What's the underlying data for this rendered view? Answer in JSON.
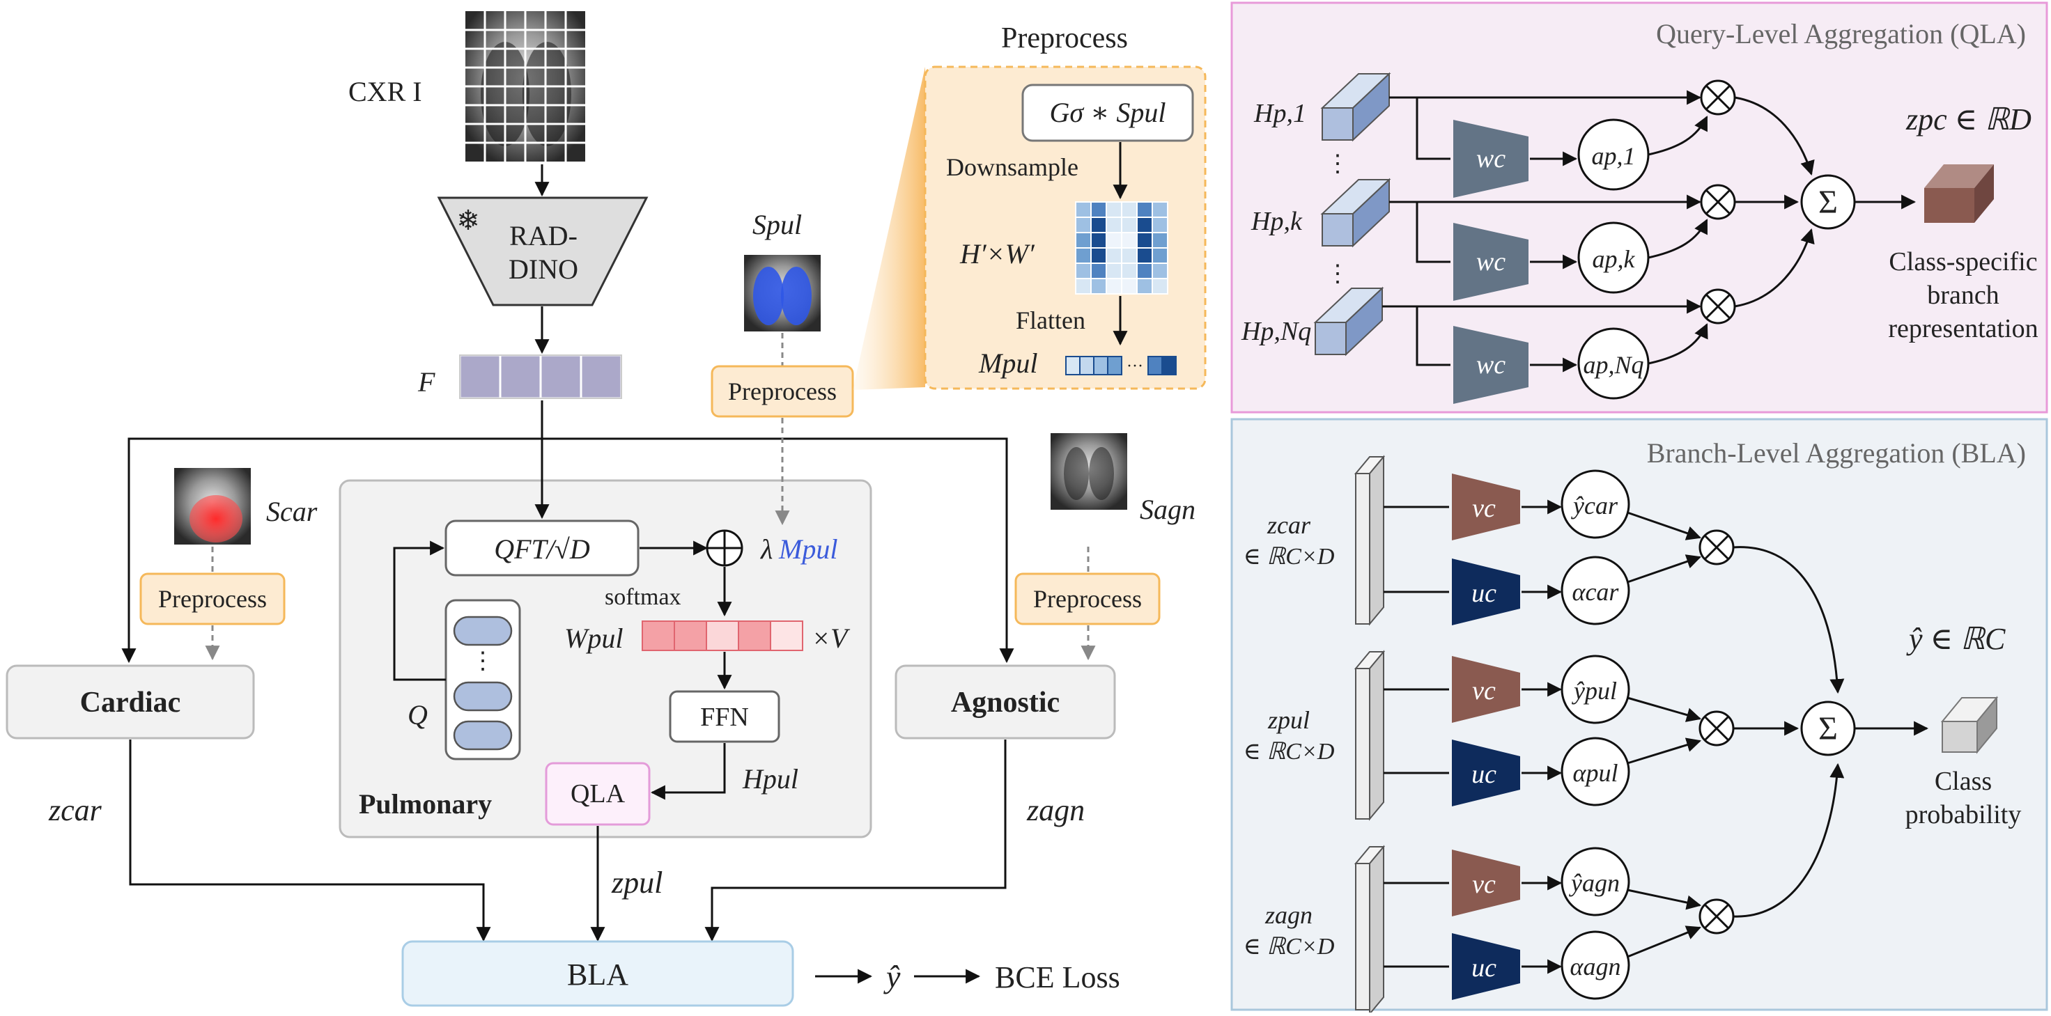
{
  "main": {
    "cxr_label": "CXR I",
    "encoder_label_1": "RAD-",
    "encoder_label_2": "DINO",
    "feature_label": "F",
    "s_pul_label": "Spul",
    "s_car_label": "Scar",
    "s_agn_label": "Sagn",
    "preprocess_label": "Preprocess",
    "preprocess_panel_title": "Preprocess",
    "gauss_label": "Gσ ∗ Spul",
    "downsample_label": "Downsample",
    "hw_label": "H′×W′",
    "flatten_label": "Flatten",
    "m_pul_label": "Mpul",
    "attn_box_label": "QFT/√D",
    "lambda_label": "λ",
    "lambda_m_label": "Mpul",
    "softmax_label": "softmax",
    "w_pul_label": "Wpul",
    "times_v_label": "×V",
    "q_label": "Q",
    "ffn_label": "FFN",
    "h_pul_label": "Hpul",
    "qla_box_label": "QLA",
    "pulmonary_label": "Pulmonary",
    "cardiac_label": "Cardiac",
    "agnostic_label": "Agnostic",
    "z_car_label": "zcar",
    "z_pul_label": "zpul",
    "z_agn_label": "zagn",
    "bla_box_label": "BLA",
    "y_hat_label": "ŷ",
    "loss_label": "BCE Loss"
  },
  "qla": {
    "title": "Query-Level Aggregation (QLA)",
    "h_labels": [
      "Hp,1",
      "Hp,k",
      "Hp,Nq"
    ],
    "w_label": "wc",
    "a_labels": [
      "ap,1",
      "ap,k",
      "ap,Nq"
    ],
    "z_label": "zpc ∈ ℝD",
    "output_caption": [
      "Class-specific",
      "branch",
      "representation"
    ]
  },
  "bla": {
    "title": "Branch-Level Aggregation (BLA)",
    "z_labels": [
      "zcar",
      "zpul",
      "zagn"
    ],
    "z_space": "∈ ℝC×D",
    "v_label": "vc",
    "u_label": "uc",
    "y_labels": [
      "ŷcar",
      "ŷpul",
      "ŷagn"
    ],
    "alpha_labels": [
      "αcar",
      "αpul",
      "αagn"
    ],
    "output_label": "ŷ ∈ ℝC",
    "output_caption": [
      "Class",
      "probability"
    ]
  },
  "colors": {
    "preprocess_fill": "#fdebd2",
    "preprocess_stroke": "#f5b85a",
    "qla_panel_fill": "#f6ecf5",
    "qla_panel_stroke": "#e89ad9",
    "bla_panel_fill": "#eef2f6",
    "bla_panel_stroke": "#a9c7dc",
    "w_trapezoid": "#637486",
    "v_trapezoid": "#8a5a50",
    "u_trapezoid": "#0e2b5c",
    "query_tensor": "#aebfde",
    "z_cube": "#8a5a50",
    "bla_fill": "#e9f3fa",
    "bla_stroke": "#a9cde6",
    "lambda_m": "#3b5bdb"
  }
}
